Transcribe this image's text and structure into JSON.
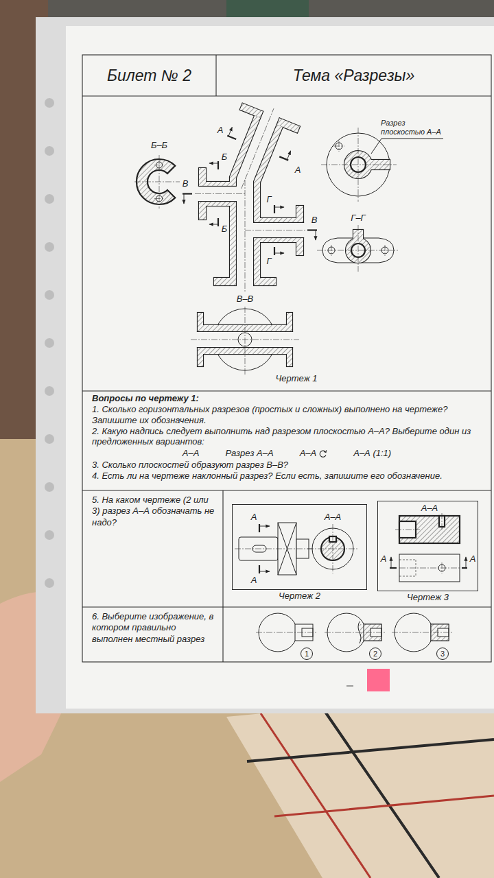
{
  "diagram": {
    "nodes": [
      {
        "text": [
          "Билет № 2"
        ]
      },
      {
        "text": [
          "Тема «Разрезы»"
        ]
      },
      {
        "text": [
          "Вопросы по чертежу 1:",
          "1. Сколько горизонтальных разрезов (простых и сложных) выполнено на чертеже? Запишите их обозначения.",
          "2. Какую надпись следует выполнить над разрезом плоскостью А–А? Выберите один из предложенных вариантов:",
          "А–А",
          "Разрез А–А",
          "А–А",
          "А–А (1:1)",
          "3. Сколько плоскостей образуют разрез В–В?",
          "4. Есть ли на чертеже наклонный разрез? Если есть, запишите его обозначение."
        ]
      },
      {
        "text": [
          "5. На каком чертеже (2 или 3) разрез А–А обозначать не надо?"
        ]
      },
      {
        "text": [
          "Чертеж 2"
        ],
        "in": 3
      },
      {
        "text": [
          "Чертеж 3"
        ],
        "in": 3
      },
      {
        "text": [
          "6. Выберите изображение, в котором правильно выполнен местный разрез"
        ]
      },
      {
        "text": [
          "1"
        ],
        "in": 6
      },
      {
        "text": [
          "2"
        ],
        "in": 6
      },
      {
        "text": [
          "3"
        ],
        "in": 6
      }
    ],
    "labels": [
      "Б–Б",
      "А",
      "Б",
      "В",
      "Б",
      "Г",
      "А",
      "Г",
      "В",
      "Разрез плоскостью А–А",
      "Г–Г",
      "В–В",
      "Чертеж 1",
      "А",
      "А",
      "А–А",
      "А–А",
      "А",
      "А"
    ]
  }
}
